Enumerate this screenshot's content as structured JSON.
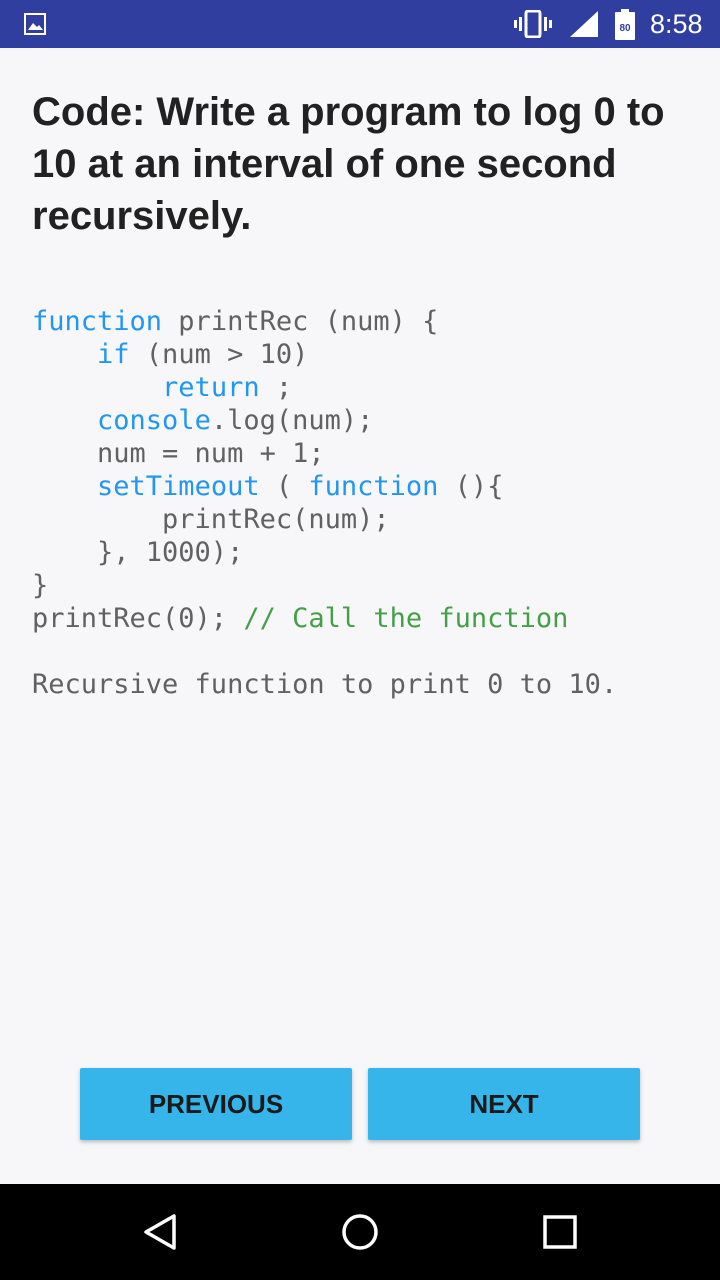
{
  "status_bar": {
    "time": "8:58",
    "battery_level": "80",
    "icons": [
      "image-notification-icon",
      "vibrate-icon",
      "signal-icon",
      "battery-icon"
    ]
  },
  "question": {
    "title": "Code: Write a program to log 0 to 10 at an interval of one second recursively."
  },
  "code": {
    "lines": [
      [
        {
          "t": "function",
          "k": "kw"
        },
        {
          "t": " printRec (num) {",
          "k": "tx"
        }
      ],
      [
        {
          "t": "    ",
          "k": "tx"
        },
        {
          "t": "if",
          "k": "kw"
        },
        {
          "t": " (num > 10)",
          "k": "tx"
        }
      ],
      [
        {
          "t": "        ",
          "k": "tx"
        },
        {
          "t": "return",
          "k": "kw"
        },
        {
          "t": " ;",
          "k": "tx"
        }
      ],
      [
        {
          "t": "    ",
          "k": "tx"
        },
        {
          "t": "console",
          "k": "kw"
        },
        {
          "t": ".log(num);",
          "k": "tx"
        }
      ],
      [
        {
          "t": "    num = num + 1;",
          "k": "tx"
        }
      ],
      [
        {
          "t": "    ",
          "k": "tx"
        },
        {
          "t": "setTimeout",
          "k": "kw"
        },
        {
          "t": " ( ",
          "k": "tx"
        },
        {
          "t": "function",
          "k": "kw"
        },
        {
          "t": " (){",
          "k": "tx"
        }
      ],
      [
        {
          "t": "        printRec(num);",
          "k": "tx"
        }
      ],
      [
        {
          "t": "    }, 1000);",
          "k": "tx"
        }
      ],
      [
        {
          "t": "}",
          "k": "tx"
        }
      ],
      [
        {
          "t": "printRec(0); ",
          "k": "tx"
        },
        {
          "t": "// Call the function",
          "k": "cm"
        }
      ]
    ]
  },
  "description": "Recursive function to print 0 to 10.",
  "buttons": {
    "previous": "PREVIOUS",
    "next": "NEXT"
  },
  "colors": {
    "status_bar": "#303f9f",
    "keyword": "#2196f3",
    "comment": "#43a047",
    "button": "#36b5ea"
  }
}
